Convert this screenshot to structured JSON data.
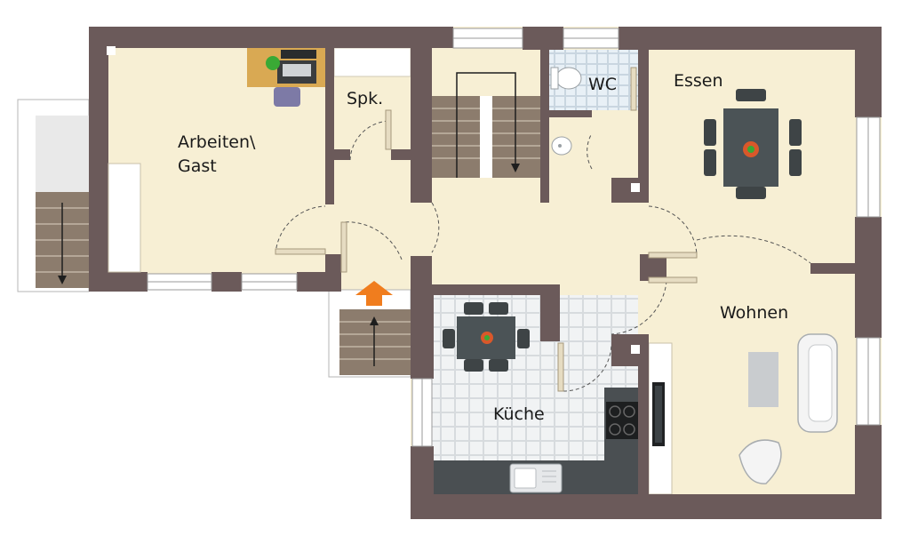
{
  "rooms": {
    "arbeiten_line1": "Arbeiten\\",
    "arbeiten_line2": "Gast",
    "spk": "Spk.",
    "wc": "WC",
    "essen": "Essen",
    "wohnen": "Wohnen",
    "kueche": "Küche"
  },
  "colors": {
    "wall": "#6b5a5a",
    "floor": "#f7efd4",
    "tile_floor": "#edf0f2",
    "stair": "#8a7a6b",
    "entrance_arrow": "#f07d1e",
    "furniture_dark": "#3e4446"
  },
  "icons": [
    "entrance-arrow-icon",
    "stair-arrow-icon",
    "plant-icon",
    "toilet-icon",
    "sink-icon",
    "stove-icon",
    "tv-icon"
  ]
}
